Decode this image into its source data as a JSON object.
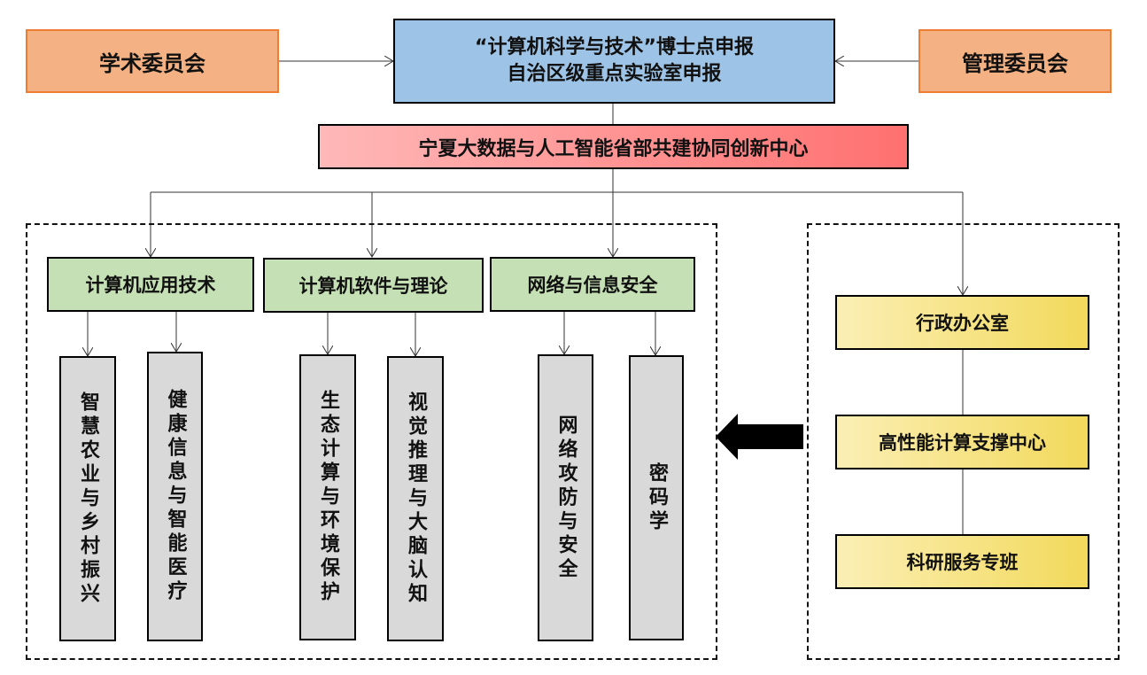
{
  "top": {
    "left_committee": "学术委员会",
    "right_committee": "管理委员会",
    "application": {
      "line1": "“计算机科学与技术”博士点申报",
      "line2": "自治区级重点实验室申报"
    }
  },
  "center": "宁夏大数据与人工智能省部共建协同创新中心",
  "disciplines": [
    {
      "label": "计算机应用技术",
      "directions": [
        "智慧农业与乡村振兴",
        "健康信息与智能医疗"
      ]
    },
    {
      "label": "计算机软件与理论",
      "directions": [
        "生态计算与环境保护",
        "视觉推理与大脑认知"
      ]
    },
    {
      "label": "网络与信息安全",
      "directions": [
        "网络攻防与安全",
        "密码学"
      ]
    }
  ],
  "support": [
    "行政办公室",
    "高性能计算支撑中心",
    "科研服务专班"
  ],
  "colors": {
    "committee_fill": "#f4b183",
    "committee_border": "#ed7d31",
    "application_fill": "#9dc3e6",
    "center_gradient": [
      "#ffb8b8",
      "#ff7070"
    ],
    "discipline_fill": "#c5e0b4",
    "direction_fill": "#d9d9d9",
    "support_gradient": [
      "#fbefb5",
      "#f2d95b"
    ]
  }
}
